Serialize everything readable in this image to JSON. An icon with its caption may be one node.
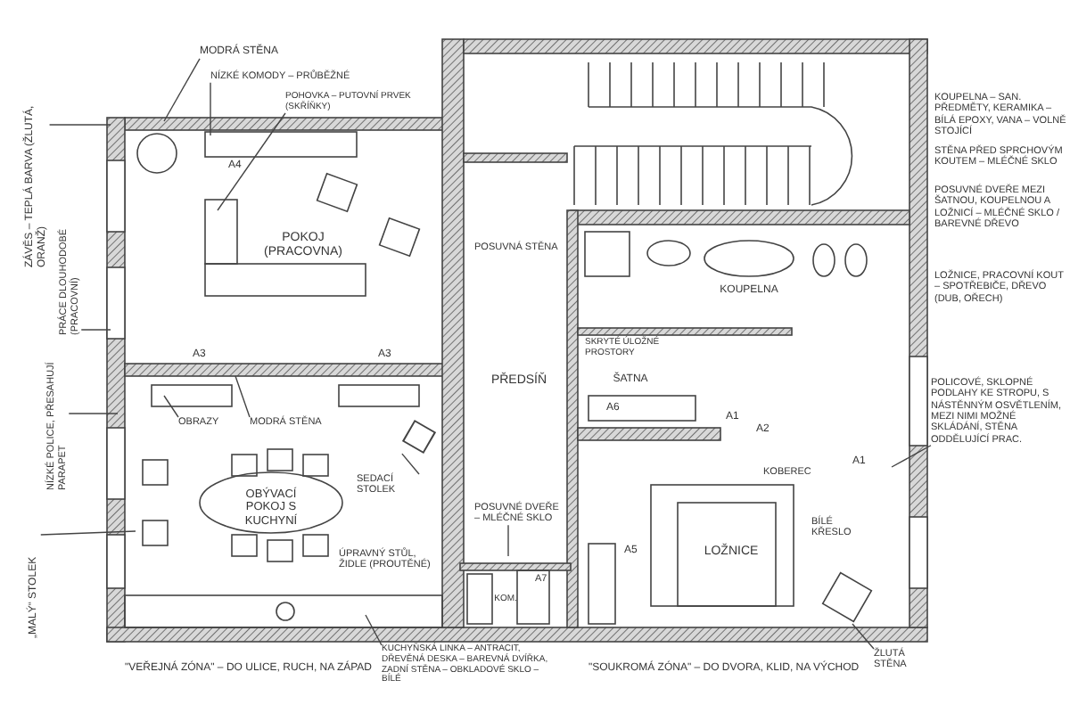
{
  "diagram": {
    "nodes": [
      {
        "text": [
          "POKOJ (PRACOVNA)"
        ]
      },
      {
        "text": [
          "OBÝVACÍ POKOJ S KUCHYNÍ"
        ]
      },
      {
        "text": [
          "PŘEDSÍŇ"
        ]
      },
      {
        "text": [
          "KOUPELNA"
        ]
      },
      {
        "text": [
          "ŠATNA"
        ]
      },
      {
        "text": [
          "LOŽNICE"
        ]
      },
      {
        "text": [
          "KOM."
        ]
      },
      {
        "text": [
          "MODRÁ STĚNA"
        ]
      },
      {
        "text": [
          "NÍZKÉ KOMODY – PRŮBĚŽNÉ"
        ]
      },
      {
        "text": [
          "POHOVKA – PUTOVNÍ PRVEK (SKŘÍŇKY)"
        ]
      },
      {
        "text": [
          "ZÁVĚS – TEPLÁ BARVA (ŽLUTÁ, ORANŽ)"
        ]
      },
      {
        "text": [
          "PRÁCE DLOUHODOBÉ (PRACOVNÍ)"
        ]
      },
      {
        "text": [
          "NÍZKÉ POLICE, PŘESAHUJÍ PARAPET"
        ]
      },
      {
        "text": [
          "„MALÝ“ STOLEK"
        ]
      },
      {
        "text": [
          "OBRAZY"
        ]
      },
      {
        "text": [
          "MODRÁ STĚNA"
        ]
      },
      {
        "text": [
          "SEDACÍ STOLEK"
        ]
      },
      {
        "text": [
          "ÚPRAVNÝ STŮL, ŽIDLE (PROUTĚNÉ)"
        ]
      },
      {
        "text": [
          "KUCHYŇSKÁ LINKA – ANTRACIT, DŘEVĚNÁ DESKA – BAREVNÁ DVÍŘKA, ZADNÍ STĚNA – OBKLADOVÉ SKLO – BÍLÉ"
        ]
      },
      {
        "text": [
          "POSUVNÁ STĚNA"
        ]
      },
      {
        "text": [
          "SKRYTÉ ÚLOŽNÉ PROSTORY"
        ]
      },
      {
        "text": [
          "POSUVNÉ DVEŘE – MLÉČNÉ SKLO"
        ]
      },
      {
        "text": [
          "KOBEREC"
        ]
      },
      {
        "text": [
          "BÍLÉ KŘESLO"
        ]
      },
      {
        "text": [
          "ŽLUTÁ STĚNA"
        ]
      },
      {
        "text": [
          "KOUPELNA – SAN. PŘEDMĚTY, KERAMIKA – BÍLÁ EPOXY, VANA – VOLNĚ STOJÍCÍ"
        ]
      },
      {
        "text": [
          "STĚNA PŘED SPRCHOVÝM KOUTEM – MLÉČNÉ SKLO"
        ]
      },
      {
        "text": [
          "POSUVNÉ DVEŘE MEZI ŠATNOU, KOUPELNOU A LOŽNICÍ – MLÉČNÉ SKLO / BAREVNÉ DŘEVO"
        ]
      },
      {
        "text": [
          "LOŽNICE, PRACOVNÍ KOUT – SPOTŘEBIČE, DŘEVO (DUB, OŘECH)"
        ]
      },
      {
        "text": [
          "POLICOVÉ, SKLOPNÉ PODLAHY KE STROPU, S NÁSTĚNNÝM OSVĚTLENÍM, MEZI NIMI MOŽNÉ SKLÁDÁNÍ, STĚNA ODDĚLUJÍCÍ PRAC."
        ]
      },
      {
        "text": [],
        "shape": "box"
      }
    ],
    "edges": [
      {
        "from": 7,
        "to": null,
        "arrow": "none"
      },
      {
        "from": 8,
        "to": null,
        "arrow": "none"
      },
      {
        "from": 9,
        "to": null,
        "arrow": "none"
      },
      {
        "from": 10,
        "to": null,
        "arrow": "none"
      },
      {
        "from": 11,
        "to": null,
        "arrow": "none"
      },
      {
        "from": 12,
        "to": null,
        "arrow": "none"
      },
      {
        "from": 13,
        "to": null,
        "arrow": "none"
      },
      {
        "from": 14,
        "to": null,
        "arrow": "none"
      },
      {
        "from": 15,
        "to": null,
        "arrow": "none"
      },
      {
        "from": 16,
        "to": 30,
        "arrow": "none"
      },
      {
        "from": 18,
        "to": null,
        "arrow": "none"
      },
      {
        "from": 21,
        "to": null,
        "arrow": "none"
      },
      {
        "from": 24,
        "to": null,
        "arrow": "none"
      },
      {
        "from": 29,
        "to": null,
        "arrow": "none"
      }
    ],
    "labels": [
      "A4",
      "A3",
      "A3",
      "A6",
      "A1",
      "A2",
      "A1",
      "A7",
      "A5",
      "\"VEŘEJNÁ ZÓNA\" – DO ULICE, RUCH, NA ZÁPAD",
      "\"SOUKROMÁ ZÓNA\" – DO DVORA, KLID, NA VÝCHOD"
    ]
  }
}
